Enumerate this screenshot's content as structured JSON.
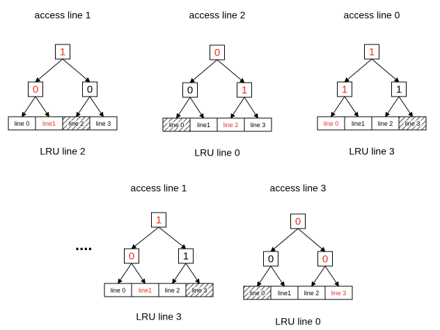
{
  "colors": {
    "highlight": "#e8302a",
    "ink": "#000000",
    "box_fill": "#ffffff"
  },
  "panels": [
    {
      "access": "access line 1",
      "root": "1",
      "root_red": true,
      "left": "0",
      "left_red": true,
      "right": "0",
      "right_red": false,
      "lines": [
        {
          "label": "line 0",
          "red": false,
          "hatched": false
        },
        {
          "label": "line1",
          "red": true,
          "hatched": false
        },
        {
          "label": "line 2",
          "red": false,
          "hatched": true
        },
        {
          "label": "line 3",
          "red": false,
          "hatched": false
        }
      ],
      "lru": "LRU line 2"
    },
    {
      "access": "access line 2",
      "root": "0",
      "root_red": true,
      "left": "0",
      "left_red": false,
      "right": "1",
      "right_red": true,
      "lines": [
        {
          "label": "line 0",
          "red": false,
          "hatched": true
        },
        {
          "label": "line1",
          "red": false,
          "hatched": false
        },
        {
          "label": "line 2",
          "red": true,
          "hatched": false
        },
        {
          "label": "line 3",
          "red": false,
          "hatched": false
        }
      ],
      "lru": "LRU line 0"
    },
    {
      "access": "access line 0",
      "root": "1",
      "root_red": true,
      "left": "1",
      "left_red": true,
      "right": "1",
      "right_red": false,
      "lines": [
        {
          "label": "line 0",
          "red": true,
          "hatched": false
        },
        {
          "label": "line1",
          "red": false,
          "hatched": false
        },
        {
          "label": "line 2",
          "red": false,
          "hatched": false
        },
        {
          "label": "line 3",
          "red": false,
          "hatched": true
        }
      ],
      "lru": "LRU line 3"
    },
    {
      "access": "access line 1",
      "root": "1",
      "root_red": true,
      "left": "0",
      "left_red": true,
      "right": "1",
      "right_red": false,
      "lines": [
        {
          "label": "line 0",
          "red": false,
          "hatched": false
        },
        {
          "label": "line1",
          "red": true,
          "hatched": false
        },
        {
          "label": "line 2",
          "red": false,
          "hatched": false
        },
        {
          "label": "line 3",
          "red": false,
          "hatched": true
        }
      ],
      "lru": "LRU line 3"
    },
    {
      "access": "access line 3",
      "root": "0",
      "root_red": true,
      "left": "0",
      "left_red": false,
      "right": "0",
      "right_red": true,
      "lines": [
        {
          "label": "line 0",
          "red": false,
          "hatched": true
        },
        {
          "label": "line1",
          "red": false,
          "hatched": false
        },
        {
          "label": "line 2",
          "red": false,
          "hatched": false
        },
        {
          "label": "line 3",
          "red": true,
          "hatched": false
        }
      ],
      "lru": "LRU line 0"
    }
  ],
  "ellipsis": "...."
}
